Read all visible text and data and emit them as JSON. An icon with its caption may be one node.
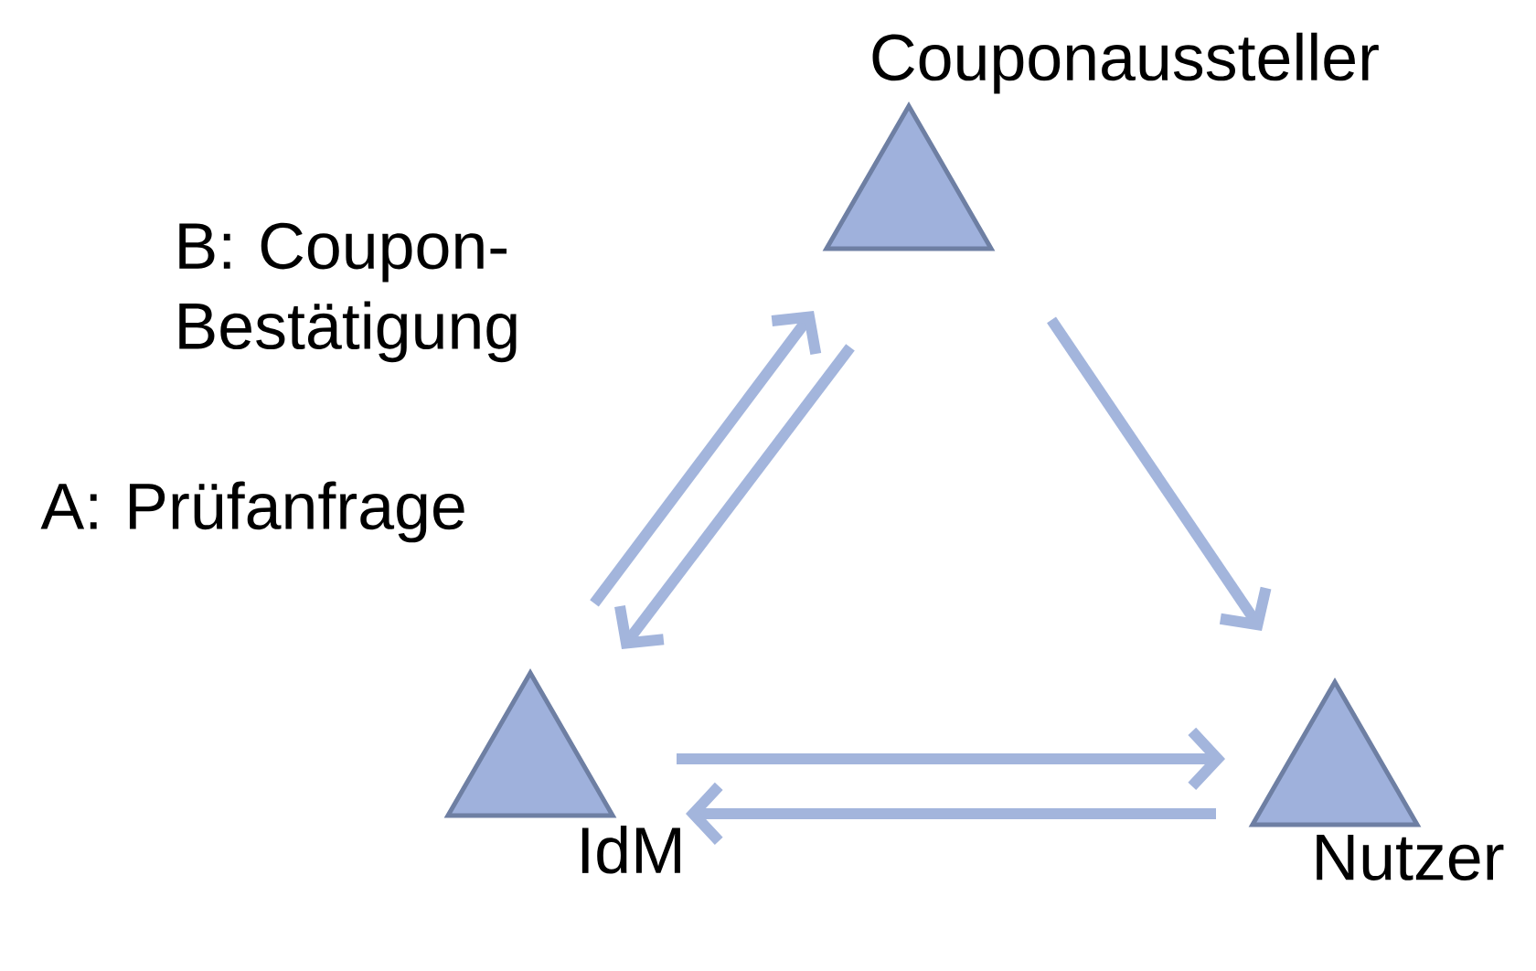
{
  "diagram": {
    "nodes": [
      {
        "text": [
          "Couponaussteller"
        ]
      },
      {
        "text": [
          "IdM"
        ]
      },
      {
        "text": [
          "Nutzer"
        ]
      }
    ],
    "edges": [
      {
        "from": 1,
        "to": 0,
        "arrow": "to",
        "label": "A: Prüfanfrage"
      },
      {
        "from": 0,
        "to": 1,
        "arrow": "to",
        "label": "B: Coupon-Bestätigung"
      },
      {
        "from": 0,
        "to": 2,
        "arrow": "to"
      },
      {
        "from": 1,
        "to": 2,
        "arrow": "to"
      },
      {
        "from": 2,
        "to": 1,
        "arrow": "to"
      }
    ]
  }
}
